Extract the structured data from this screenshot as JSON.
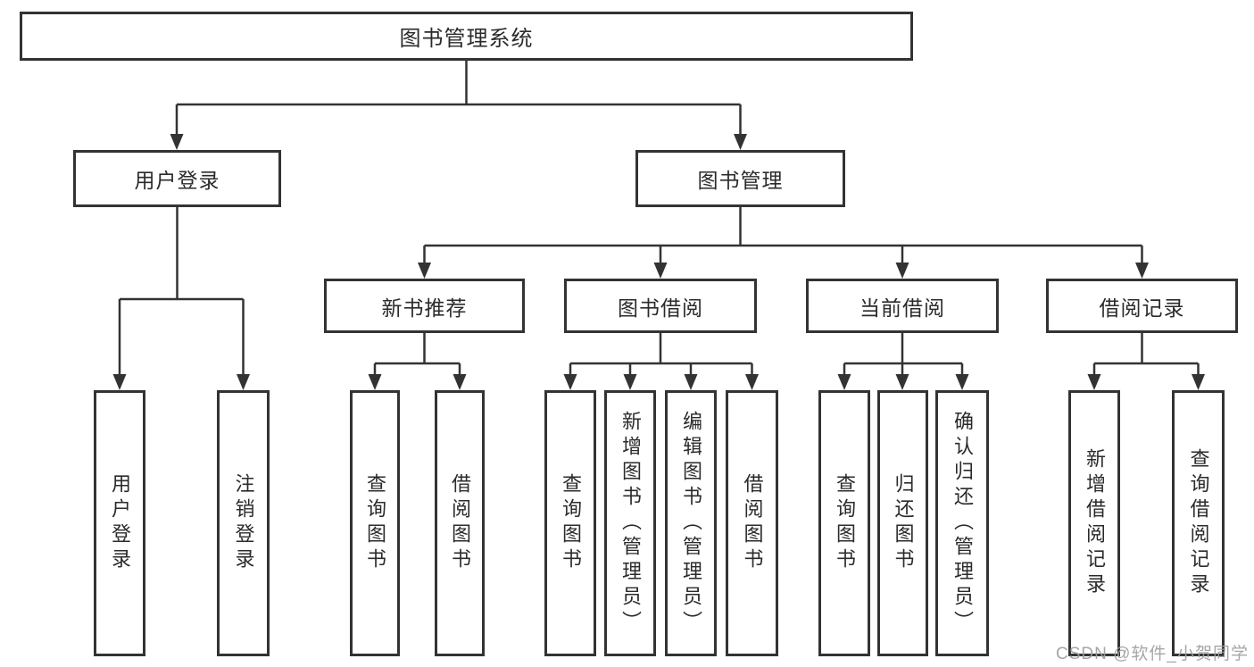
{
  "tree": {
    "root": {
      "label": "图书管理系统"
    },
    "level2": [
      {
        "label": "用户登录"
      },
      {
        "label": "图书管理"
      }
    ],
    "level3": [
      {
        "label": "新书推荐"
      },
      {
        "label": "图书借阅"
      },
      {
        "label": "当前借阅"
      },
      {
        "label": "借阅记录"
      }
    ],
    "leaves": [
      {
        "label": "用户登录"
      },
      {
        "label": "注销登录"
      },
      {
        "label": "查询图书"
      },
      {
        "label": "借阅图书"
      },
      {
        "label": "查询图书"
      },
      {
        "label": "新增图书（管理员）"
      },
      {
        "label": "编辑图书（管理员）"
      },
      {
        "label": "借阅图书"
      },
      {
        "label": "查询图书"
      },
      {
        "label": "归还图书"
      },
      {
        "label": "确认归还（管理员）"
      },
      {
        "label": "新增借阅记录"
      },
      {
        "label": "查询借阅记录"
      }
    ]
  },
  "watermark": {
    "text": "CSDN @软件_小贺同学"
  },
  "colors": {
    "line": "#333333",
    "box_border": "#333333",
    "box_background": "#ffffff",
    "text": "#2b2b2b",
    "watermark": "#9e9e9e"
  }
}
